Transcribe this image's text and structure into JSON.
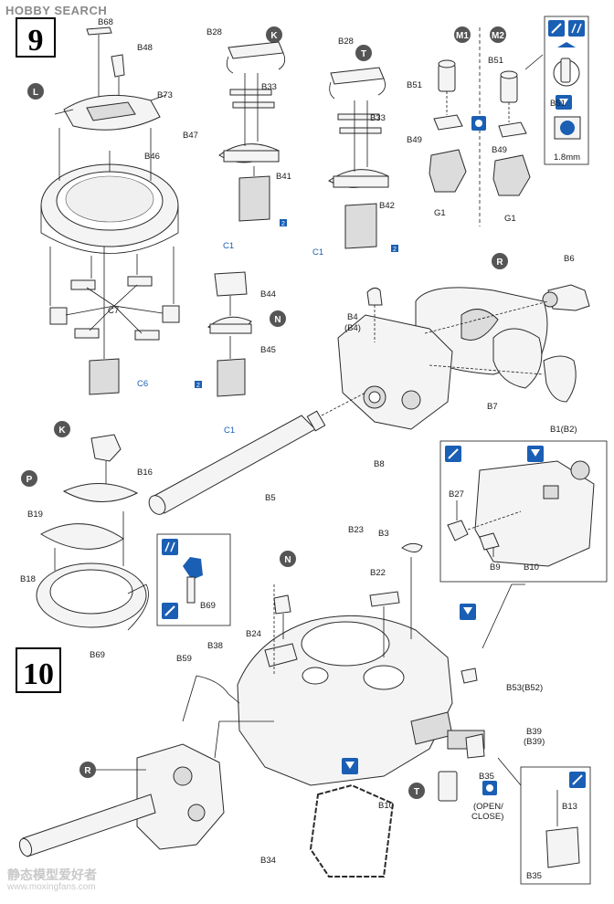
{
  "watermark": {
    "brand": "HOBBY SEARCH",
    "footer_cn": "静态模型爱好者",
    "footer_url": "www.moxingfans.com"
  },
  "steps": {
    "s9": "9",
    "s10": "10"
  },
  "callouts": {
    "L": "L",
    "K": "K",
    "T": "T",
    "M1": "M1",
    "M2": "M2",
    "R": "R",
    "N": "N",
    "P": "P"
  },
  "labels": {
    "B68": "B68",
    "B48": "B48",
    "B73": "B73",
    "B47": "B47",
    "B46": "B46",
    "C7": "C7",
    "C6": "C6",
    "B28a": "B28",
    "B33a": "B33",
    "B41": "B41",
    "C1a": "C1",
    "B28b": "B28",
    "B33b": "B33",
    "B42": "B42",
    "C1b": "C1",
    "B51a": "B51",
    "B49a": "B49",
    "G1a": "G1",
    "B51b": "B51",
    "B51c": "B51",
    "B49b": "B49",
    "G1b": "G1",
    "mm": "1.8mm",
    "B6": "B6",
    "B4": "B4",
    "B4p": "(B4)",
    "B7": "B7",
    "B8": "B8",
    "B1": "B1(B2)",
    "B5": "B5",
    "B44": "B44",
    "B45": "B45",
    "C1c": "C1",
    "B16": "B16",
    "B19": "B19",
    "B18": "B18",
    "B69a": "B69",
    "B69b": "B69",
    "B27": "B27",
    "B9": "B9",
    "B10a": "B10",
    "B23": "B23",
    "B3": "B3",
    "B22": "B22",
    "B24": "B24",
    "B38": "B38",
    "B59": "B59",
    "B53": "B53(B52)",
    "B39": "B39",
    "B39p": "(B39)",
    "B35a": "B35",
    "open": "(OPEN/",
    "close": "CLOSE)",
    "B13": "B13",
    "B35b": "B35",
    "B10b": "B10",
    "B34": "B34",
    "ref2a": "2",
    "ref2b": "2",
    "ref2c": "2"
  },
  "colors": {
    "accent": "#1a5fb4",
    "callout_fill": "#555555"
  }
}
